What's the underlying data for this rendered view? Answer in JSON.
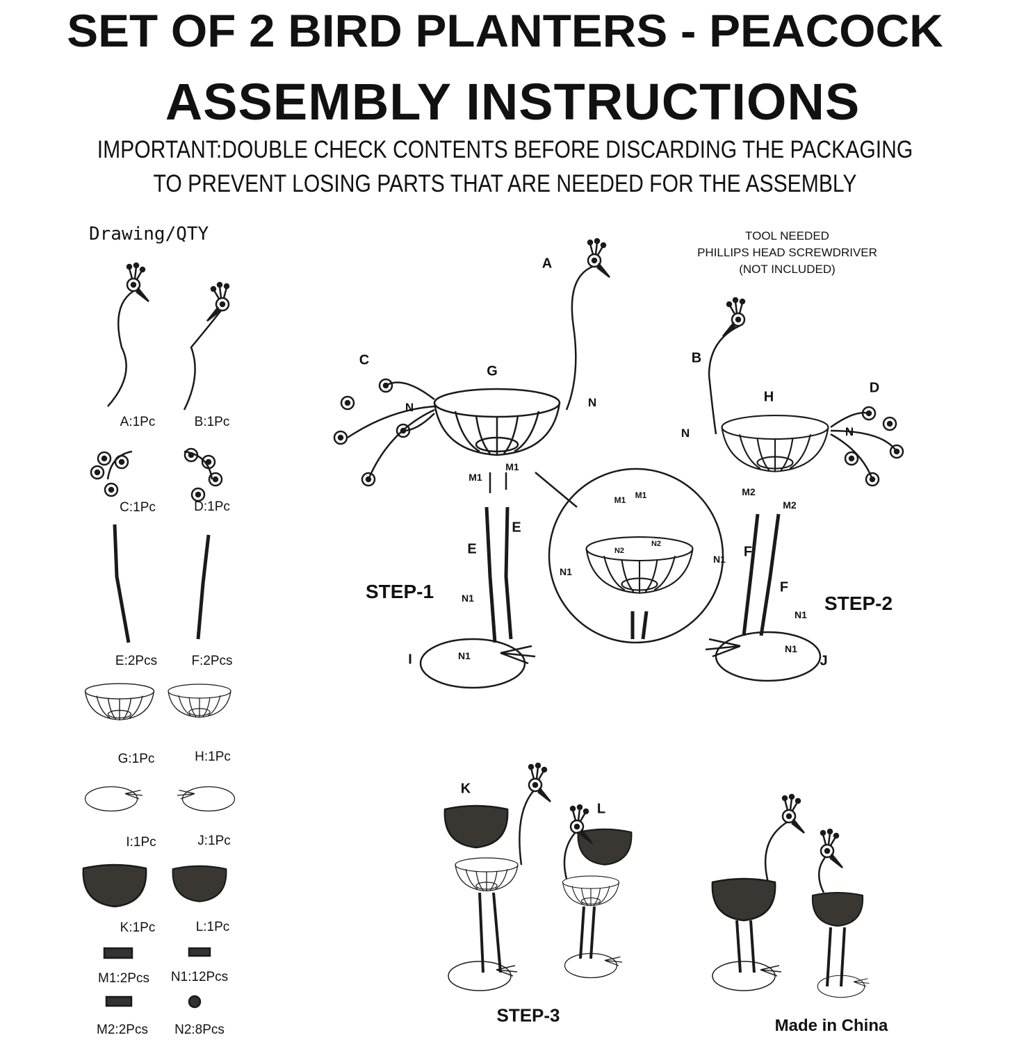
{
  "header": {
    "title": "SET OF 2 BIRD PLANTERS - PEACOCK",
    "subtitle": "ASSEMBLY INSTRUCTIONS",
    "notice_line1": "IMPORTANT:DOUBLE CHECK CONTENTS BEFORE DISCARDING THE PACKAGING",
    "notice_line2": "TO PREVENT LOSING PARTS THAT ARE NEEDED FOR THE ASSEMBLY"
  },
  "parts": {
    "heading": "Drawing/QTY",
    "items": [
      "A:1Pc",
      "B:1Pc",
      "C:1Pc",
      "D:1Pc",
      "E:2Pcs",
      "F:2Pcs",
      "G:1Pc",
      "H:1Pc",
      "I:1Pc",
      "J:1Pc",
      "K:1Pc",
      "L:1Pc",
      "M1:2Pcs",
      "N1:12Pcs",
      "M2:2Pcs",
      "N2:8Pcs"
    ]
  },
  "tool": {
    "line1": "TOOL NEEDED",
    "line2": "PHILLIPS HEAD SCREWDRIVER",
    "line3": "(NOT INCLUDED)"
  },
  "step1": {
    "title": "STEP-1",
    "labels": [
      "A",
      "C",
      "G",
      "N",
      "N",
      "M1",
      "M1",
      "E",
      "E",
      "N1",
      "N1",
      "I"
    ]
  },
  "inset": {
    "labels": [
      "M1",
      "M1",
      "N2",
      "N2",
      "N1",
      "N1"
    ]
  },
  "step2": {
    "title": "STEP-2",
    "labels": [
      "B",
      "H",
      "D",
      "N",
      "N",
      "M2",
      "M2",
      "F",
      "F",
      "N1",
      "N1",
      "J"
    ]
  },
  "step3": {
    "title": "STEP-3",
    "labels": [
      "K",
      "L"
    ]
  },
  "footer": {
    "made_in": "Made in China"
  }
}
